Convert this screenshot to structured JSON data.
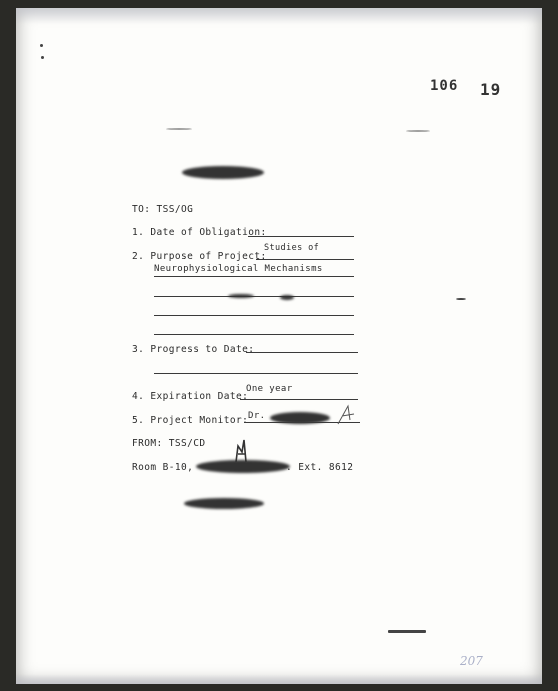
{
  "document_number": "106",
  "page_number": "19",
  "to_line": "TO:  TSS/OG",
  "items": {
    "obligation_label": "1.  Date of Obligation:",
    "purpose_label": "2.  Purpose of Project:",
    "purpose_value_1": "Studies of",
    "purpose_value_2": "Neurophysiological Mechanisms",
    "progress_label": "3.  Progress to Date:",
    "expiration_label": "4.  Expiration Date:",
    "expiration_value": "One year",
    "monitor_label": "5.  Project Monitor:",
    "monitor_value": "Dr."
  },
  "from_line": "FROM:  TSS/CD",
  "room_label": "Room B-10,",
  "ext_label": ". Ext. 8612",
  "marginal_note": "207"
}
